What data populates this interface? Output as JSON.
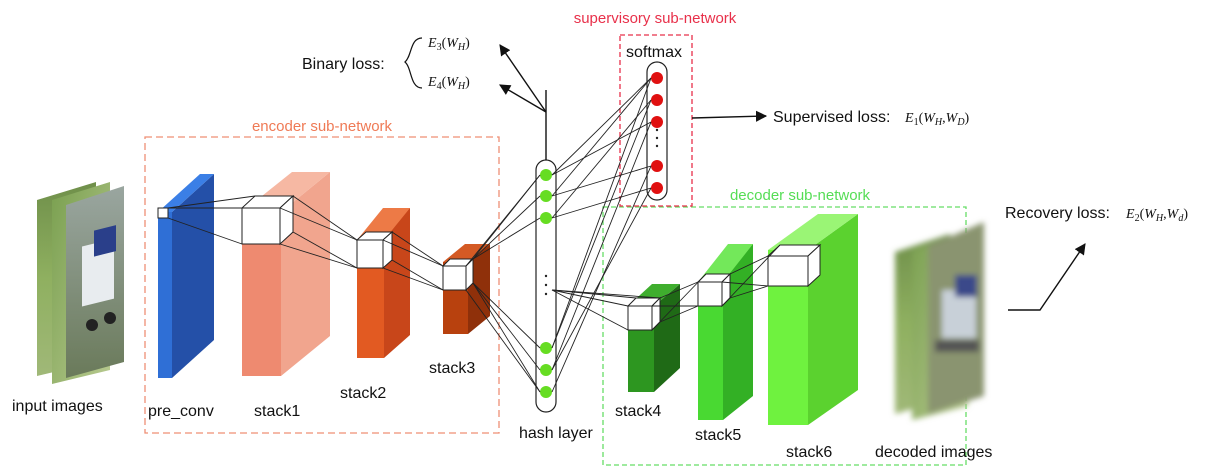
{
  "sections": {
    "supervisory": "supervisory sub-network",
    "encoder": "encoder sub-network",
    "decoder": "decoder sub-network"
  },
  "layers": {
    "pre_conv": "pre_conv",
    "stack1": "stack1",
    "stack2": "stack2",
    "stack3": "stack3",
    "stack4": "stack4",
    "stack5": "stack5",
    "stack6": "stack6",
    "hash_layer": "hash layer",
    "softmax": "softmax"
  },
  "io": {
    "input": "input images",
    "decoded": "decoded images"
  },
  "losses": {
    "binary_label": "Binary loss:",
    "e3": "E3(WH)",
    "e4": "E4(WH)",
    "supervised_label": "Supervised loss:",
    "e1": "E1(WH,WD)",
    "recovery_label": "Recovery loss:",
    "e2": "E2(WH,Wd)"
  },
  "colors": {
    "pre_conv": "#2f6fd6",
    "stack1": "#ee8a70",
    "stack2": "#e25a22",
    "stack3": "#b8410e",
    "stack4": "#2d9620",
    "stack5": "#49d932",
    "stack6": "#6ff23f",
    "hash_node": "#66dd22",
    "softmax_node": "#e01010",
    "encoder_border": "#ef8f75",
    "decoder_border": "#66dd66",
    "supervisory_border": "#e8304a"
  }
}
